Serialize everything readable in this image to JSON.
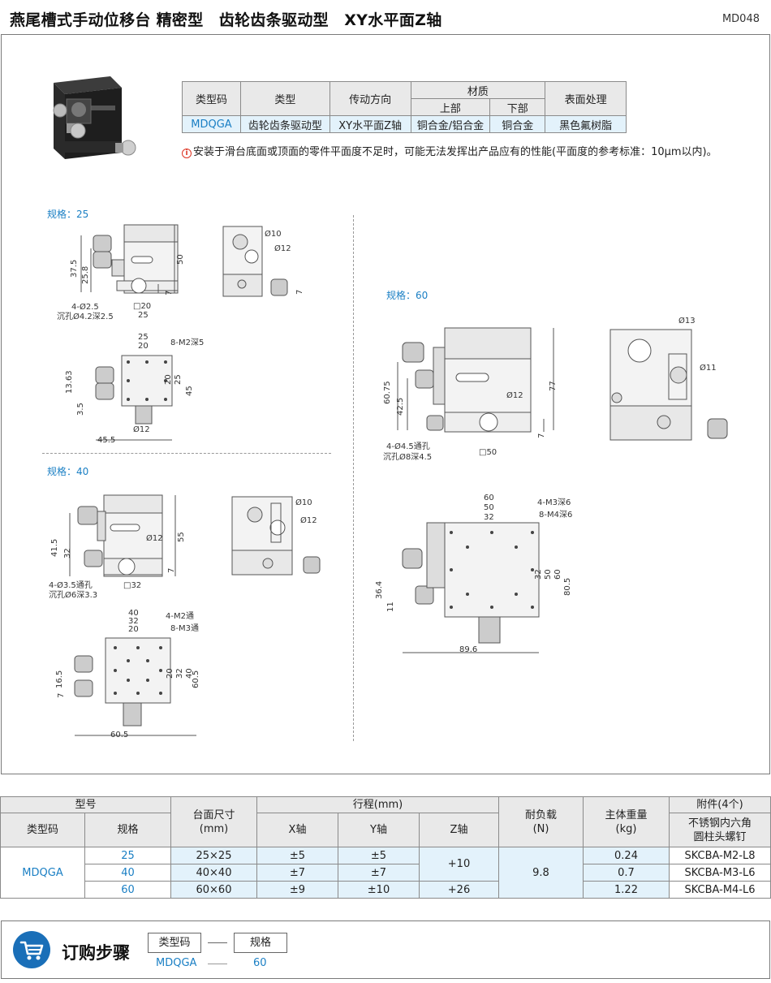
{
  "header": {
    "title": "燕尾槽式手动位移台 精密型　齿轮齿条驱动型　XY水平面Z轴",
    "page_code": "MD048"
  },
  "spec_table": {
    "headers": {
      "type_code": "类型码",
      "type": "类型",
      "drive_direction": "传动方向",
      "material": "材质",
      "material_upper": "上部",
      "material_lower": "下部",
      "surface": "表面处理"
    },
    "row": {
      "type_code": "MDQGA",
      "type": "齿轮齿条驱动型",
      "drive_direction": "XY水平面Z轴",
      "material_upper": "铜合金/铝合金",
      "material_lower": "铜合金",
      "surface": "黑色氟树脂"
    }
  },
  "note": {
    "icon": "i",
    "text": "安装于滑台底面或顶面的零件平面度不足时，可能无法发挥出产品应有的性能(平面度的参考标准：10µm以内)。"
  },
  "drawings": {
    "size25": {
      "label": "规格：25",
      "side": {
        "d1": "37.5",
        "d2": "25.8",
        "h": "50",
        "b": "7",
        "sq": "□20",
        "w": "25",
        "hole": "4-Ø2.5",
        "cbore": "沉孔Ø4.2深2.5"
      },
      "front": {
        "k1": "Ø10",
        "k2": "Ø12",
        "b": "7"
      },
      "top": {
        "w1": "25",
        "w2": "20",
        "tap": "8-M2深5",
        "r1": "20",
        "r2": "25",
        "r3": "45",
        "l1": "13.63",
        "l2": "3.5",
        "knob": "Ø12",
        "total": "45.5"
      }
    },
    "size40": {
      "label": "规格：40",
      "side": {
        "d1": "41.5",
        "d2": "32",
        "h": "55",
        "b": "7",
        "k": "Ø12",
        "sq": "□32",
        "hole": "4-Ø3.5通孔",
        "cbore": "沉孔Ø6深3.3"
      },
      "front": {
        "k1": "Ø10",
        "k2": "Ø12"
      },
      "top": {
        "w1": "40",
        "w2": "32",
        "w3": "20",
        "tap1": "4-M2通",
        "tap2": "8-M3通",
        "r1": "20",
        "r2": "32",
        "r3": "40",
        "r4": "60.5",
        "l1": "16.5",
        "l2": "7",
        "total": "60.5"
      }
    },
    "size60": {
      "label": "规格：60",
      "side": {
        "d1": "60.75",
        "d2": "42.5",
        "h": "77",
        "b": "7",
        "k": "Ø12",
        "sq": "□50",
        "hole": "4-Ø4.5通孔",
        "cbore": "沉孔Ø8深4.5"
      },
      "front": {
        "k1": "Ø13",
        "k2": "Ø11"
      },
      "top": {
        "w1": "60",
        "w2": "50",
        "w3": "32",
        "tap1": "4-M3深6",
        "tap2": "8-M4深6",
        "r1": "32",
        "r2": "50",
        "r3": "60",
        "r4": "80.5",
        "l1": "36.4",
        "l2": "11",
        "total": "89.6"
      }
    }
  },
  "bottom_table": {
    "headers": {
      "model": "型号",
      "type_code": "类型码",
      "size": "规格",
      "table_size": "台面尺寸",
      "table_size_unit": "(mm)",
      "stroke": "行程(mm)",
      "x": "X轴",
      "y": "Y轴",
      "z": "Z轴",
      "load": "耐负载",
      "load_unit": "(N)",
      "weight": "主体重量",
      "weight_unit": "(kg)",
      "accessory": "附件(4个)",
      "accessory_desc1": "不锈钢内六角",
      "accessory_desc2": "圆柱头螺钉"
    },
    "type_code": "MDQGA",
    "load": "9.8",
    "z_small": "+10",
    "rows": [
      {
        "size": "25",
        "table": "25×25",
        "x": "±5",
        "y": "±5",
        "weight": "0.24",
        "accessory": "SKCBA-M2-L8"
      },
      {
        "size": "40",
        "table": "40×40",
        "x": "±7",
        "y": "±7",
        "weight": "0.7",
        "accessory": "SKCBA-M3-L6"
      },
      {
        "size": "60",
        "table": "60×60",
        "x": "±9",
        "y": "±10",
        "z": "+26",
        "weight": "1.22",
        "accessory": "SKCBA-M4-L6"
      }
    ]
  },
  "order": {
    "title": "订购步骤",
    "steps": [
      "类型码",
      "规格"
    ],
    "values": [
      "MDQGA",
      "60"
    ],
    "icon": "shopping-cart-icon"
  },
  "colors": {
    "accent_blue": "#1a7fc4",
    "cell_blue": "#e3f2fb",
    "header_gray": "#e9e9e9",
    "icon_blue": "#1a6fb8"
  }
}
